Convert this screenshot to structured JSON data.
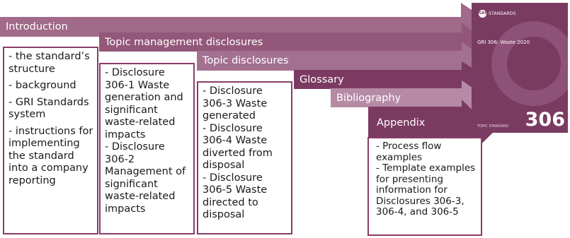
{
  "sections": [
    {
      "title": "Introduction",
      "items": [
        "- the standard’s structure",
        "- background",
        "- GRI Standards system",
        "- instructions for implementing the standard into a company reporting"
      ]
    },
    {
      "title": "Topic management disclosures",
      "items": [
        "- Disclosure 306-1 Waste generation and significant waste-related impacts",
        "- Disclosure 306-2 Management of significant waste-related impacts"
      ]
    },
    {
      "title": "Topic disclosures",
      "items": [
        "- Disclosure 306-3 Waste generated",
        "- Disclosure 306-4 Waste diverted from disposal",
        "- Disclosure 306-5 Waste directed to disposal"
      ]
    },
    {
      "title": "Glossary"
    },
    {
      "title": "Bibliography"
    },
    {
      "title": "Appendix",
      "items": [
        "- Process flow examples",
        "- Template examples for presenting information for Disclosures 306-3, 306-4, and 306-5"
      ]
    }
  ],
  "cover": {
    "logo": "GRI",
    "brand": "STANDARDS",
    "title": "GRI 306: Waste 2020",
    "number": "306",
    "subtitle": "TOPIC STANDARD"
  },
  "colors": {
    "band1": "#a06a88",
    "band2": "#935879",
    "band3": "#a37190",
    "band4": "#7c3a62",
    "band5": "#b68aa5",
    "band6": "#7b3b61",
    "border": "#8a3d67",
    "cover": "#7a3b60"
  }
}
